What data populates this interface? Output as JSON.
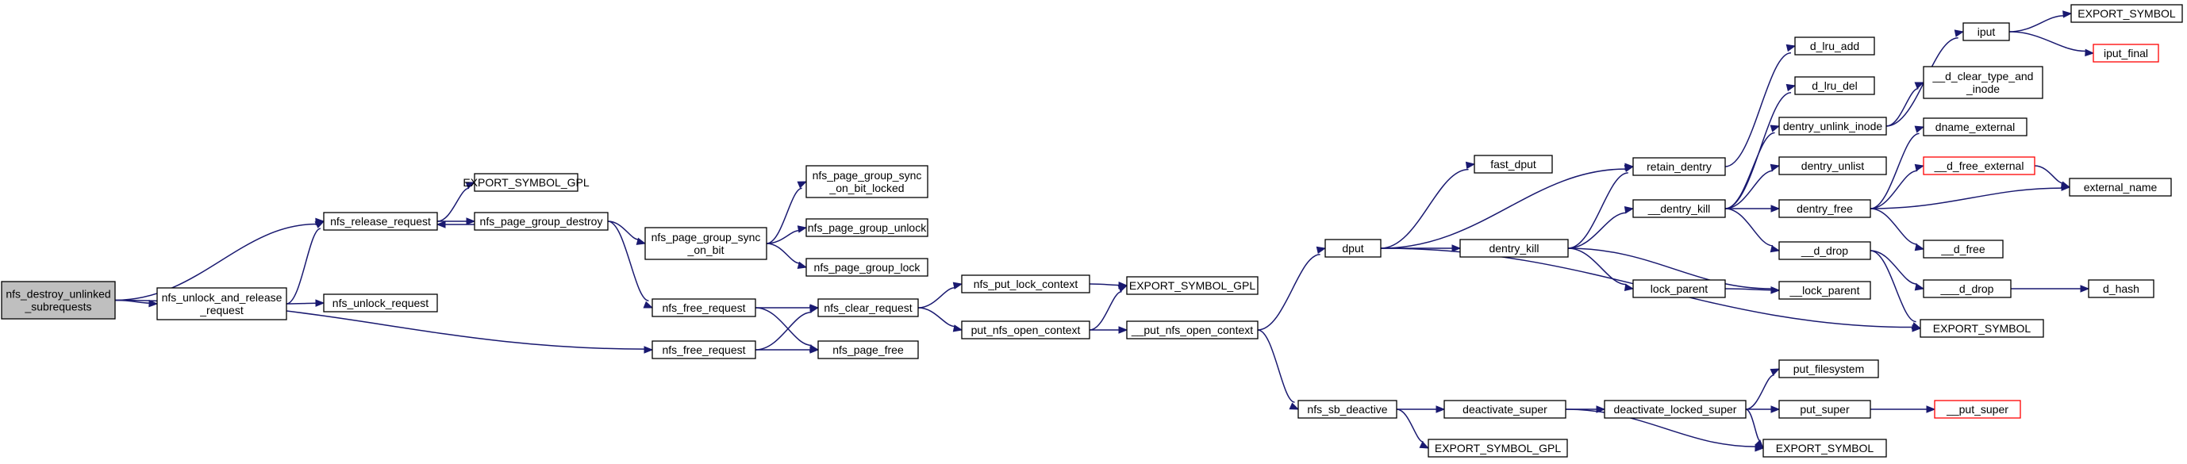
{
  "title": "nfs_destroy_unlinked_subrequests call graph",
  "colors": {
    "edge": "#191970",
    "root_fill": "#bfbfbf",
    "node_border": "#000000",
    "missing_border": "#ff0000"
  },
  "nodes": [
    {
      "id": "root",
      "lines": [
        "nfs_destroy_unlinked",
        "_subrequests"
      ],
      "style": "root"
    },
    {
      "id": "nfs_unlock_and_release_request",
      "lines": [
        "nfs_unlock_and_release",
        "_request"
      ]
    },
    {
      "id": "nfs_release_request",
      "lines": [
        "nfs_release_request"
      ]
    },
    {
      "id": "nfs_unlock_request",
      "lines": [
        "nfs_unlock_request"
      ]
    },
    {
      "id": "export_symbol_gpl_1",
      "lines": [
        "EXPORT_SYMBOL_GPL"
      ]
    },
    {
      "id": "nfs_page_group_destroy",
      "lines": [
        "nfs_page_group_destroy"
      ]
    },
    {
      "id": "nfs_page_group_sync_on_bit",
      "lines": [
        "nfs_page_group_sync",
        "_on_bit"
      ]
    },
    {
      "id": "nfs_page_group_sync_on_bit_locked",
      "lines": [
        "nfs_page_group_sync",
        "_on_bit_locked"
      ]
    },
    {
      "id": "nfs_page_group_unlock",
      "lines": [
        "nfs_page_group_unlock"
      ]
    },
    {
      "id": "nfs_page_group_lock",
      "lines": [
        "nfs_page_group_lock"
      ]
    },
    {
      "id": "nfs_free_request_1",
      "lines": [
        "nfs_free_request"
      ]
    },
    {
      "id": "nfs_free_request_2",
      "lines": [
        "nfs_free_request"
      ]
    },
    {
      "id": "nfs_clear_request",
      "lines": [
        "nfs_clear_request"
      ]
    },
    {
      "id": "nfs_page_free",
      "lines": [
        "nfs_page_free"
      ]
    },
    {
      "id": "nfs_put_lock_context",
      "lines": [
        "nfs_put_lock_context"
      ]
    },
    {
      "id": "put_nfs_open_context",
      "lines": [
        "put_nfs_open_context"
      ]
    },
    {
      "id": "export_symbol_gpl_2",
      "lines": [
        "EXPORT_SYMBOL_GPL"
      ]
    },
    {
      "id": "__put_nfs_open_context",
      "lines": [
        "__put_nfs_open_context"
      ]
    },
    {
      "id": "dput",
      "lines": [
        "dput"
      ]
    },
    {
      "id": "nfs_sb_deactive",
      "lines": [
        "nfs_sb_deactive"
      ]
    },
    {
      "id": "fast_dput",
      "lines": [
        "fast_dput"
      ]
    },
    {
      "id": "dentry_kill",
      "lines": [
        "dentry_kill"
      ]
    },
    {
      "id": "deactivate_super",
      "lines": [
        "deactivate_super"
      ]
    },
    {
      "id": "export_symbol_gpl_3",
      "lines": [
        "EXPORT_SYMBOL_GPL"
      ]
    },
    {
      "id": "retain_dentry",
      "lines": [
        "retain_dentry"
      ]
    },
    {
      "id": "__dentry_kill",
      "lines": [
        "__dentry_kill"
      ]
    },
    {
      "id": "lock_parent",
      "lines": [
        "lock_parent"
      ]
    },
    {
      "id": "deactivate_locked_super",
      "lines": [
        "deactivate_locked_super"
      ]
    },
    {
      "id": "d_lru_add",
      "lines": [
        "d_lru_add"
      ]
    },
    {
      "id": "d_lru_del",
      "lines": [
        "d_lru_del"
      ]
    },
    {
      "id": "dentry_unlink_inode",
      "lines": [
        "dentry_unlink_inode"
      ]
    },
    {
      "id": "dentry_unlist",
      "lines": [
        "dentry_unlist"
      ]
    },
    {
      "id": "dentry_free",
      "lines": [
        "dentry_free"
      ]
    },
    {
      "id": "__d_drop",
      "lines": [
        "__d_drop"
      ]
    },
    {
      "id": "__lock_parent",
      "lines": [
        "__lock_parent"
      ]
    },
    {
      "id": "put_filesystem",
      "lines": [
        "put_filesystem"
      ]
    },
    {
      "id": "put_super",
      "lines": [
        "put_super"
      ]
    },
    {
      "id": "export_symbol_1",
      "lines": [
        "EXPORT_SYMBOL"
      ]
    },
    {
      "id": "export_symbol_2",
      "lines": [
        "EXPORT_SYMBOL"
      ]
    },
    {
      "id": "iput",
      "lines": [
        "iput"
      ]
    },
    {
      "id": "__d_clear_type_and_inode",
      "lines": [
        "__d_clear_type_and",
        "_inode"
      ]
    },
    {
      "id": "dname_external",
      "lines": [
        "dname_external"
      ]
    },
    {
      "id": "__d_free_external",
      "lines": [
        "__d_free_external"
      ],
      "style": "red"
    },
    {
      "id": "__d_free",
      "lines": [
        "__d_free"
      ]
    },
    {
      "id": "___d_drop",
      "lines": [
        "___d_drop"
      ]
    },
    {
      "id": "__put_super",
      "lines": [
        "__put_super"
      ],
      "style": "red"
    },
    {
      "id": "export_symbol_3",
      "lines": [
        "EXPORT_SYMBOL"
      ]
    },
    {
      "id": "iput_final",
      "lines": [
        "iput_final"
      ],
      "style": "red"
    },
    {
      "id": "external_name",
      "lines": [
        "external_name"
      ]
    },
    {
      "id": "d_hash",
      "lines": [
        "d_hash"
      ]
    }
  ],
  "edges": [
    [
      "root",
      "nfs_unlock_and_release_request"
    ],
    [
      "root",
      "nfs_release_request"
    ],
    [
      "root",
      "nfs_free_request_2"
    ],
    [
      "nfs_unlock_and_release_request",
      "nfs_release_request"
    ],
    [
      "nfs_unlock_and_release_request",
      "nfs_unlock_request"
    ],
    [
      "nfs_release_request",
      "export_symbol_gpl_1"
    ],
    [
      "nfs_release_request",
      "nfs_page_group_destroy"
    ],
    [
      "nfs_page_group_destroy",
      "nfs_release_request"
    ],
    [
      "nfs_page_group_destroy",
      "nfs_page_group_sync_on_bit"
    ],
    [
      "nfs_page_group_destroy",
      "nfs_free_request_1"
    ],
    [
      "nfs_page_group_sync_on_bit",
      "nfs_page_group_sync_on_bit_locked"
    ],
    [
      "nfs_page_group_sync_on_bit",
      "nfs_page_group_unlock"
    ],
    [
      "nfs_page_group_sync_on_bit",
      "nfs_page_group_lock"
    ],
    [
      "nfs_free_request_1",
      "nfs_clear_request"
    ],
    [
      "nfs_free_request_1",
      "nfs_page_free"
    ],
    [
      "nfs_free_request_2",
      "nfs_clear_request"
    ],
    [
      "nfs_free_request_2",
      "nfs_page_free"
    ],
    [
      "nfs_clear_request",
      "nfs_put_lock_context"
    ],
    [
      "nfs_clear_request",
      "put_nfs_open_context"
    ],
    [
      "nfs_put_lock_context",
      "export_symbol_gpl_2"
    ],
    [
      "put_nfs_open_context",
      "export_symbol_gpl_2"
    ],
    [
      "put_nfs_open_context",
      "__put_nfs_open_context"
    ],
    [
      "__put_nfs_open_context",
      "dput"
    ],
    [
      "__put_nfs_open_context",
      "nfs_sb_deactive"
    ],
    [
      "dput",
      "fast_dput"
    ],
    [
      "dput",
      "retain_dentry"
    ],
    [
      "dput",
      "dentry_kill"
    ],
    [
      "dput",
      "export_symbol_2"
    ],
    [
      "dentry_kill",
      "retain_dentry"
    ],
    [
      "dentry_kill",
      "__dentry_kill"
    ],
    [
      "dentry_kill",
      "lock_parent"
    ],
    [
      "dentry_kill",
      "__lock_parent"
    ],
    [
      "nfs_sb_deactive",
      "deactivate_super"
    ],
    [
      "nfs_sb_deactive",
      "export_symbol_gpl_3"
    ],
    [
      "deactivate_super",
      "deactivate_locked_super"
    ],
    [
      "deactivate_super",
      "export_symbol_1"
    ],
    [
      "retain_dentry",
      "d_lru_add"
    ],
    [
      "__dentry_kill",
      "d_lru_del"
    ],
    [
      "__dentry_kill",
      "dentry_unlink_inode"
    ],
    [
      "__dentry_kill",
      "dentry_unlist"
    ],
    [
      "__dentry_kill",
      "dentry_free"
    ],
    [
      "__dentry_kill",
      "__d_drop"
    ],
    [
      "lock_parent",
      "__lock_parent"
    ],
    [
      "deactivate_locked_super",
      "put_filesystem"
    ],
    [
      "deactivate_locked_super",
      "put_super"
    ],
    [
      "deactivate_locked_super",
      "export_symbol_1"
    ],
    [
      "dentry_unlink_inode",
      "iput"
    ],
    [
      "dentry_unlink_inode",
      "__d_clear_type_and_inode"
    ],
    [
      "dentry_free",
      "dname_external"
    ],
    [
      "dentry_free",
      "__d_free_external"
    ],
    [
      "dentry_free",
      "external_name"
    ],
    [
      "dentry_free",
      "__d_free"
    ],
    [
      "__d_drop",
      "___d_drop"
    ],
    [
      "__d_drop",
      "export_symbol_2"
    ],
    [
      "put_super",
      "__put_super"
    ],
    [
      "iput",
      "export_symbol_3"
    ],
    [
      "iput",
      "iput_final"
    ],
    [
      "__d_free_external",
      "external_name"
    ],
    [
      "___d_drop",
      "d_hash"
    ]
  ]
}
